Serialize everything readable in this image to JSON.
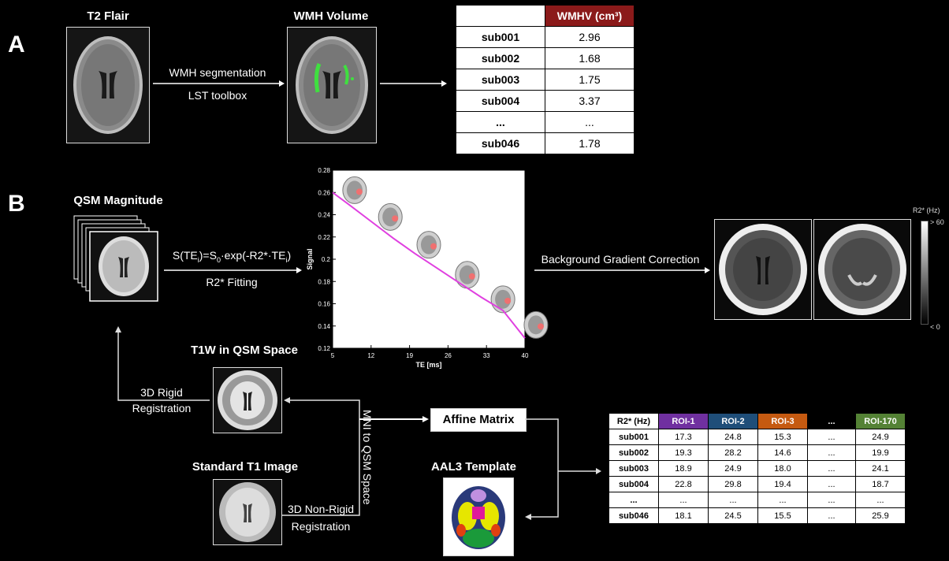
{
  "panelA": {
    "letter": "A",
    "t2flair_title": "T2 Flair",
    "wmh_title": "WMH Volume",
    "arrow_label_1": "WMH segmentation",
    "arrow_label_2": "LST toolbox",
    "table": {
      "header": "WMHV (cm³)",
      "header_color": "#8b1a1a",
      "rows": [
        {
          "subject": "sub001",
          "value": "2.96"
        },
        {
          "subject": "sub002",
          "value": "1.68"
        },
        {
          "subject": "sub003",
          "value": "1.75"
        },
        {
          "subject": "sub004",
          "value": "3.37"
        },
        {
          "subject": "...",
          "value": "..."
        },
        {
          "subject": "sub046",
          "value": "1.78"
        }
      ]
    }
  },
  "panelB": {
    "letter": "B",
    "qsm_title": "QSM Magnitude",
    "fit_eq_parts": [
      "S(TE",
      "i",
      ")=S",
      "0",
      "·exp(-R2*·TE",
      "i",
      ")"
    ],
    "fit_label": "R2* Fitting",
    "bgc_label": "Background Gradient Correction",
    "colorbar_title": "R2* (Hz)",
    "colorbar_max": "> 60",
    "colorbar_min": "< 0",
    "t1w_title": "T1W in QSM Space",
    "rigid_1": "3D Rigid",
    "rigid_2": "Registration",
    "std_title": "Standard T1 Image",
    "nonrigid_1": "3D Non-Rigid",
    "nonrigid_2": "Registration",
    "mni_label": "MNI to QSM Space",
    "affine_label": "Affine Matrix",
    "aal3_title": "AAL3 Template",
    "r2_table": {
      "header": [
        "R2* (Hz)",
        "ROI-1",
        "ROI-2",
        "ROI-3",
        "...",
        "ROI-170"
      ],
      "header_colors": [
        "#ffffff",
        "#7030a0",
        "#1f4e79",
        "#c55a11",
        "#000000",
        "#548235"
      ],
      "rows": [
        [
          "sub001",
          "17.3",
          "24.8",
          "15.3",
          "...",
          "24.9"
        ],
        [
          "sub002",
          "19.3",
          "28.2",
          "14.6",
          "...",
          "19.9"
        ],
        [
          "sub003",
          "18.9",
          "24.9",
          "18.0",
          "...",
          "24.1"
        ],
        [
          "sub004",
          "22.8",
          "29.8",
          "19.4",
          "...",
          "18.7"
        ],
        [
          "...",
          "...",
          "...",
          "...",
          "...",
          "..."
        ],
        [
          "sub046",
          "18.1",
          "24.5",
          "15.5",
          "...",
          "25.9"
        ]
      ]
    }
  },
  "chart_data": {
    "type": "line",
    "xlabel": "TE [ms]",
    "ylabel": "Signal",
    "xlim": [
      5,
      40
    ],
    "ylim": [
      0.12,
      0.28
    ],
    "xticks": [
      "5",
      "12",
      "19",
      "26",
      "33",
      "40"
    ],
    "yticks": [
      "0.12",
      "0.14",
      "0.16",
      "0.18",
      "0.2",
      "0.22",
      "0.24",
      "0.26",
      "0.28"
    ],
    "series": [
      {
        "x": [
          5,
          8,
          12,
          16,
          20,
          24,
          28,
          32,
          36,
          40
        ],
        "y": [
          0.26,
          0.249,
          0.234,
          0.219,
          0.205,
          0.192,
          0.179,
          0.166,
          0.154,
          0.129
        ],
        "color": "#e040e0"
      }
    ],
    "points": {
      "x": [
        12,
        19,
        26,
        33
      ],
      "y": [
        0.231,
        0.202,
        0.174,
        0.15
      ]
    },
    "grid": false
  }
}
